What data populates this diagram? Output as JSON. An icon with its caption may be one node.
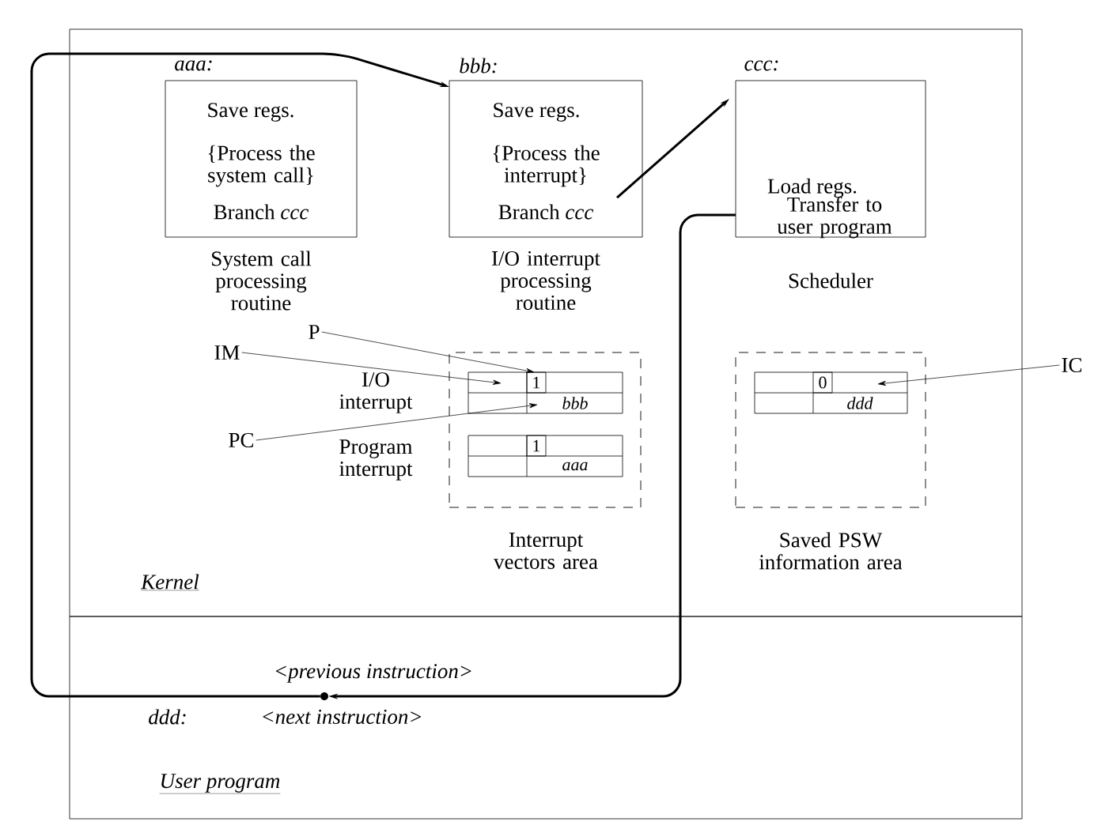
{
  "diagram": {
    "nodes": [
      {
        "text": [
          "Kernel"
        ]
      },
      {
        "text": [
          "User program"
        ]
      },
      {
        "text": [
          "aaa:",
          "Save regs.",
          "{Process the system call}",
          "Branch *ccc*"
        ],
        "beside": [
          "System call processing routine"
        ],
        "in": 0
      },
      {
        "text": [
          "bbb:",
          "Save regs.",
          "{Process the interrupt}",
          "Branch *ccc*"
        ],
        "beside": [
          "I/O interrupt processing routine"
        ],
        "in": 0
      },
      {
        "text": [
          "ccc:",
          "Load regs.",
          "Transfer to user program"
        ],
        "beside": [
          "Scheduler"
        ],
        "in": 0
      },
      {
        "text": [
          "Interrupt vectors area"
        ],
        "in": 0
      },
      {
        "text": [
          "1",
          "bbb"
        ],
        "beside": [
          "I/O interrupt"
        ],
        "in": 5
      },
      {
        "text": [
          "1",
          "aaa"
        ],
        "beside": [
          "Program interrupt"
        ],
        "in": 5
      },
      {
        "text": [
          "Saved PSW information area"
        ],
        "in": 0
      },
      {
        "text": [
          "0",
          "ddd"
        ],
        "in": 8
      },
      {
        "text": [
          "P"
        ],
        "in": 0
      },
      {
        "text": [
          "IM"
        ],
        "in": 0
      },
      {
        "text": [
          "PC"
        ],
        "in": 0
      },
      {
        "text": [
          "IC"
        ]
      },
      {
        "text": [
          "<previous instruction>"
        ],
        "in": 1
      },
      {
        "text": [],
        "shape": "circle",
        "in": 1
      },
      {
        "text": [
          "ddd:",
          "<next instruction>"
        ],
        "in": 1
      }
    ],
    "edges": [
      {
        "from": 15,
        "to": 3,
        "arrow": "to",
        "style": "thick"
      },
      {
        "from": 3,
        "to": 4,
        "arrow": "to",
        "style": "thick"
      },
      {
        "from": 4,
        "to": 15,
        "arrow": "to",
        "style": "thick"
      },
      {
        "from": 10,
        "to": 6,
        "arrow": "to"
      },
      {
        "from": 11,
        "to": 6,
        "arrow": "to"
      },
      {
        "from": 12,
        "to": 6,
        "arrow": "to"
      },
      {
        "from": 13,
        "to": 9,
        "arrow": "to"
      }
    ]
  }
}
